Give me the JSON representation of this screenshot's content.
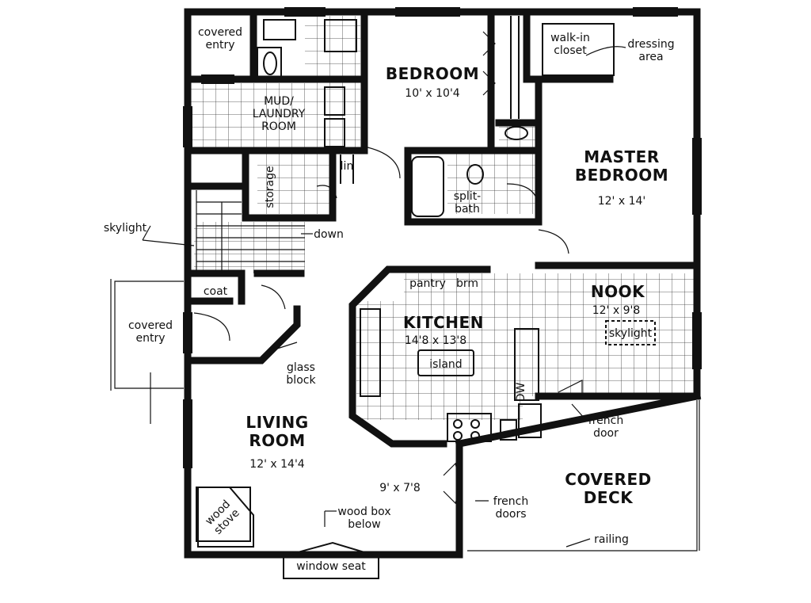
{
  "labels": {
    "covered_entry_top": "covered\nentry",
    "mud_laundry": "MUD/\nLAUNDRY\nROOM",
    "bedroom": "BEDROOM",
    "bedroom_dim": "10' x 10'4",
    "walk_in_closet": "walk-in\ncloset",
    "dressing_area": "dressing\narea",
    "master_bedroom": "MASTER\nBEDROOM",
    "master_dim": "12' x 14'",
    "split_bath": "split-\nbath",
    "lin": "lin",
    "storage": "storage",
    "skylight_left": "skylight",
    "down": "down",
    "coat": "coat",
    "covered_entry_left": "covered\nentry",
    "glass_block": "glass\nblock",
    "pantry": "pantry",
    "broom": "brm",
    "kitchen": "KITCHEN",
    "kitchen_dim": "14'8 x 13'8",
    "island": "island",
    "nook": "NOOK",
    "nook_dim": "12' x 9'8",
    "skylight_nook": "skylight",
    "dw": "DW",
    "french_door": "french\ndoor",
    "living_room": "LIVING\nROOM",
    "living_dim": "12' x 14'4",
    "wood_stove": "wood\nstove",
    "wood_box": "wood box\nbelow",
    "deck_dim": "9' x 7'8",
    "french_doors": "french\ndoors",
    "covered_deck": "COVERED\nDECK",
    "railing": "railing",
    "window_seat": "window seat"
  }
}
